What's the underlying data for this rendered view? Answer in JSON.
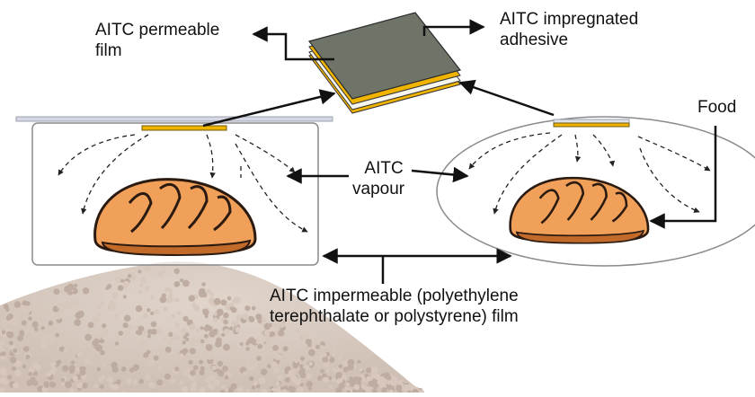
{
  "labels": {
    "permeable_film": [
      "AITC permeable",
      "film"
    ],
    "impregnated_adhesive": [
      "AITC impregnated",
      "adhesive"
    ],
    "food": "Food",
    "vapour": [
      "AITC",
      "vapour"
    ],
    "impermeable_film": [
      "AITC impermeable (polyethylene",
      "terephthalate or polystyrene) film"
    ]
  },
  "colors": {
    "arrow": "#111111",
    "box_outline": "#8a8a8a",
    "film_tray": "#d5d8e2",
    "sachet_yellow": "#f0b400",
    "sachet_top": "#6f7469",
    "bread_fill": "#f1a05a",
    "bread_outline": "#2a1a10",
    "seeds": "#8a6a55"
  },
  "icons": {
    "bread": "bread-loaf-icon",
    "seeds": "mustard-seed-pile-image",
    "sachet": "layered-sachet-icon"
  }
}
